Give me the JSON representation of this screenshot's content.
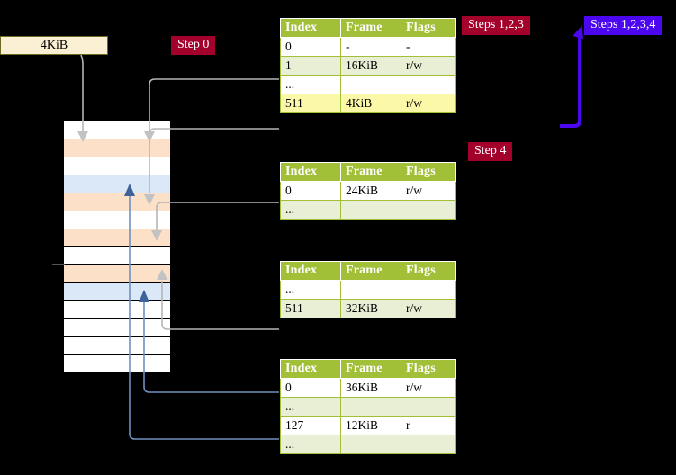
{
  "diagram": {
    "title_hidden": "",
    "colors": {
      "badge_red": "#a3002b",
      "badge_blue": "#4b08f0",
      "table_header_green": "#a2c037",
      "row_green": "#e9efd4",
      "row_highlight_yellow": "#fbf8a8",
      "mem_orange": "#fde0c8",
      "mem_blue": "#dbe8f8",
      "kib_box_fill": "#fbf0d4",
      "connector_gray": "#b0b0b0",
      "connector_blue": "#6f8fbf",
      "arrow_purple": "#4b08f0"
    },
    "labels": {
      "step0": "Step 0",
      "steps123": "Steps 1,2,3",
      "steps1234": "Steps 1,2,3,4",
      "step4": "Step 4",
      "kib_box": "4KiB"
    },
    "tables": [
      {
        "name": "pml4-table",
        "headers": [
          "Index",
          "Frame",
          "Flags"
        ],
        "rows": [
          {
            "style": "r-white",
            "cells": [
              "0",
              "-",
              "-"
            ]
          },
          {
            "style": "r-green",
            "cells": [
              "1",
              "16KiB",
              "r/w"
            ]
          },
          {
            "style": "r-white",
            "cells": [
              "...",
              "",
              ""
            ]
          },
          {
            "style": "r-yellow",
            "cells": [
              "511",
              "4KiB",
              "r/w"
            ]
          }
        ]
      },
      {
        "name": "pdp-table",
        "headers": [
          "Index",
          "Frame",
          "Flags"
        ],
        "rows": [
          {
            "style": "r-white",
            "cells": [
              "0",
              "24KiB",
              "r/w"
            ]
          },
          {
            "style": "r-green",
            "cells": [
              "...",
              "",
              ""
            ]
          }
        ]
      },
      {
        "name": "pd-table",
        "headers": [
          "Index",
          "Frame",
          "Flags"
        ],
        "rows": [
          {
            "style": "r-white",
            "cells": [
              "...",
              "",
              ""
            ]
          },
          {
            "style": "r-green",
            "cells": [
              "511",
              "32KiB",
              "r/w"
            ]
          }
        ]
      },
      {
        "name": "pt-table",
        "headers": [
          "Index",
          "Frame",
          "Flags"
        ],
        "rows": [
          {
            "style": "r-white",
            "cells": [
              "0",
              "36KiB",
              "r/w"
            ]
          },
          {
            "style": "r-green",
            "cells": [
              "...",
              "",
              ""
            ]
          },
          {
            "style": "r-white",
            "cells": [
              "127",
              "12KiB",
              "r"
            ]
          },
          {
            "style": "r-green",
            "cells": [
              "...",
              "",
              ""
            ]
          }
        ]
      }
    ],
    "memory_rows": [
      {
        "fill": "white"
      },
      {
        "fill": "orange"
      },
      {
        "fill": "white"
      },
      {
        "fill": "bluefill"
      },
      {
        "fill": "orange"
      },
      {
        "fill": "white"
      },
      {
        "fill": "orange"
      },
      {
        "fill": "white"
      },
      {
        "fill": "orange"
      },
      {
        "fill": "bluefill"
      },
      {
        "fill": "white"
      },
      {
        "fill": "white"
      },
      {
        "fill": "white"
      },
      {
        "fill": "white"
      }
    ]
  }
}
